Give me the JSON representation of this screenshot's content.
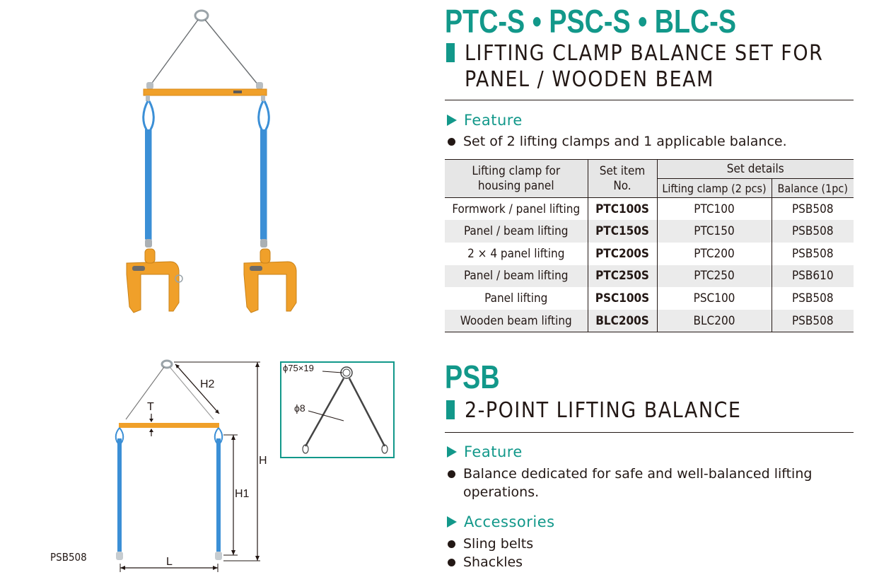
{
  "product_set": {
    "model_title": "PTC-S • PSC-S • BLC-S",
    "subtitle_line1": "LIFTING CLAMP BALANCE SET FOR",
    "subtitle_line2": "PANEL / WOODEN BEAM",
    "feature_heading": "Feature",
    "features": [
      "Set of 2 lifting clamps and 1 applicable balance."
    ],
    "table": {
      "headers": {
        "col1": "Lifting clamp for housing panel",
        "col1_line1": "Lifting clamp for",
        "col1_line2": "housing panel",
        "col2_line1": "Set item",
        "col2_line2": "No.",
        "group": "Set details",
        "col3": "Lifting clamp (2 pcs)",
        "col4": "Balance (1pc)"
      },
      "rows": [
        {
          "use": "Formwork / panel lifting",
          "item_no": "PTC100S",
          "clamp": "PTC100",
          "balance": "PSB508"
        },
        {
          "use": "Panel / beam lifting",
          "item_no": "PTC150S",
          "clamp": "PTC150",
          "balance": "PSB508"
        },
        {
          "use": "2 × 4 panel lifting",
          "item_no": "PTC200S",
          "clamp": "PTC200",
          "balance": "PSB508"
        },
        {
          "use": "Panel / beam lifting",
          "item_no": "PTC250S",
          "clamp": "PTC250",
          "balance": "PSB610"
        },
        {
          "use": "Panel lifting",
          "item_no": "PSC100S",
          "clamp": "PSC100",
          "balance": "PSB508"
        },
        {
          "use": "Wooden beam lifting",
          "item_no": "BLC200S",
          "clamp": "BLC200",
          "balance": "PSB508"
        }
      ]
    }
  },
  "balance": {
    "model_title": "PSB",
    "subtitle": "2-POINT LIFTING BALANCE",
    "feature_heading": "Feature",
    "features": [
      "Balance dedicated for safe and well-balanced lifting",
      "operations."
    ],
    "accessories_heading": "Accessories",
    "accessories": [
      "Sling belts",
      "Shackles"
    ]
  },
  "diagram": {
    "model_caption": "PSB508",
    "dimensions": {
      "H": "H",
      "H1": "H1",
      "H2": "H2",
      "T": "T",
      "L": "L"
    },
    "detail": {
      "ring": "ϕ75×19",
      "wire": "ϕ8"
    }
  },
  "colors": {
    "accent_teal": "#12988a",
    "text": "#231815",
    "table_shade": "#ebebeb",
    "beam_orange": "#f0a02a",
    "sling_blue": "#3b8fd6"
  }
}
